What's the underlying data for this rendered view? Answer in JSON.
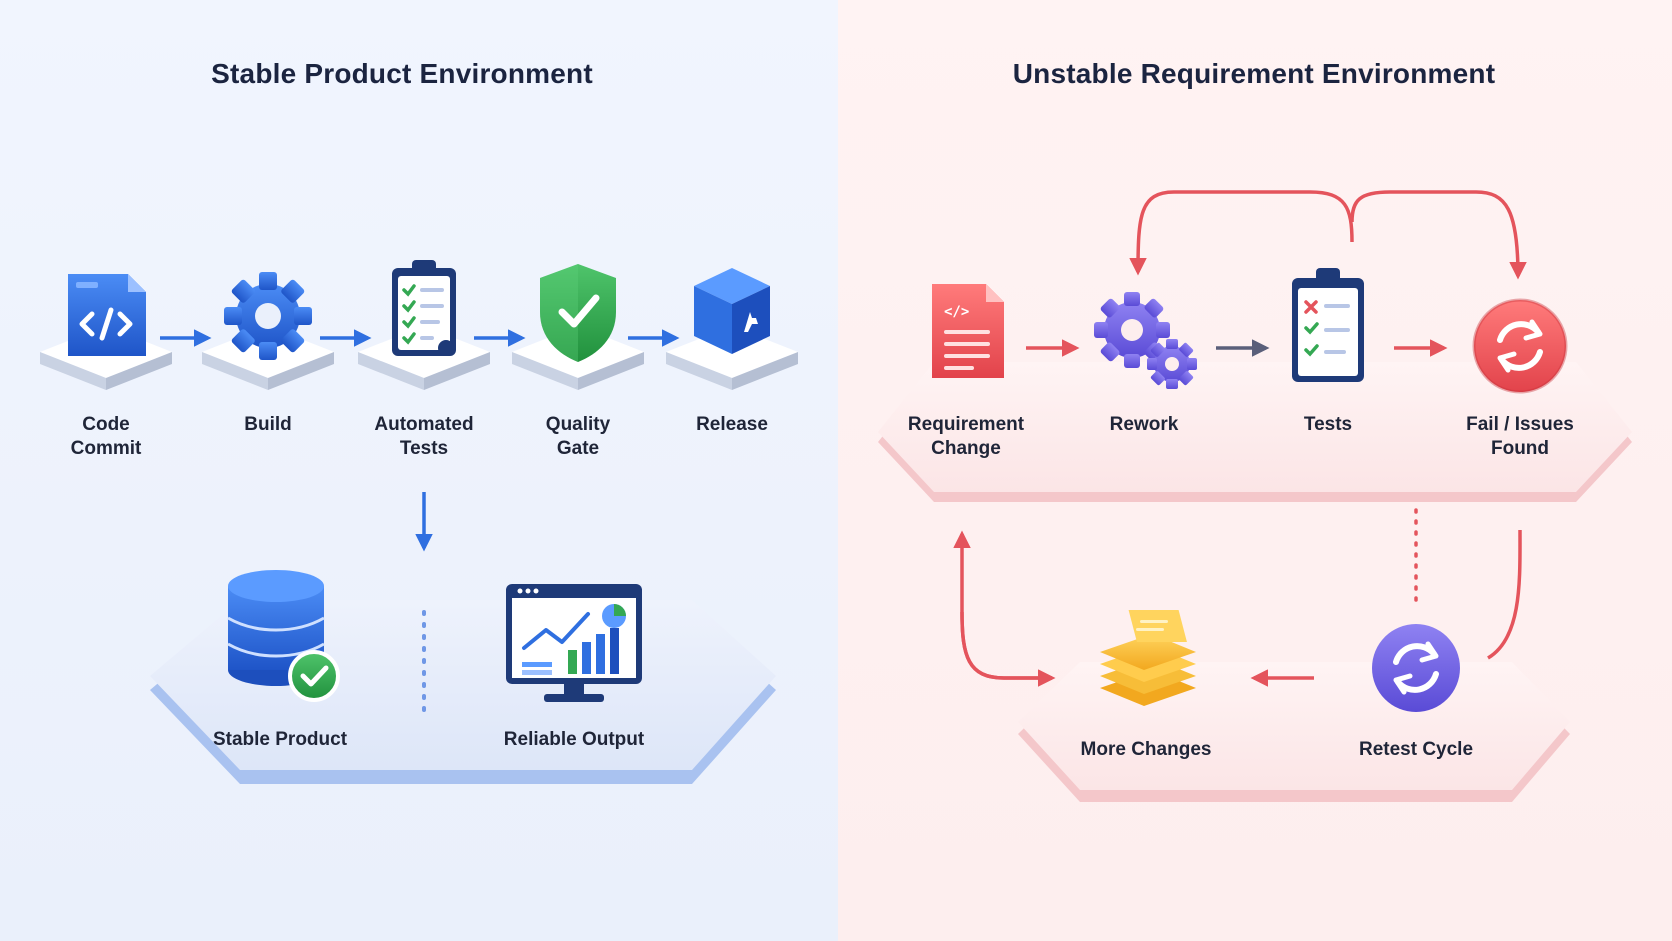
{
  "left_panel": {
    "title": "Stable Product Environment",
    "steps": [
      {
        "label": "Code\nCommit",
        "icon": "code-file-icon"
      },
      {
        "label": "Build",
        "icon": "gear-icon"
      },
      {
        "label": "Automated\nTests",
        "icon": "checklist-clipboard-icon"
      },
      {
        "label": "Quality\nGate",
        "icon": "shield-check-icon"
      },
      {
        "label": "Release",
        "icon": "release-cube-icon"
      }
    ],
    "outputs": [
      {
        "label": "Stable Product",
        "icon": "database-check-icon"
      },
      {
        "label": "Reliable Output",
        "icon": "monitor-chart-icon"
      }
    ]
  },
  "right_panel": {
    "title": "Unstable Requirement Environment",
    "steps": [
      {
        "label": "Requirement\nChange",
        "icon": "document-code-icon"
      },
      {
        "label": "Rework",
        "icon": "gears-icon"
      },
      {
        "label": "Tests",
        "icon": "clipboard-fail-icon"
      },
      {
        "label": "Fail / Issues\nFound",
        "icon": "refresh-red-icon"
      }
    ],
    "cycle": [
      {
        "label": "More Changes",
        "icon": "stack-papers-icon"
      },
      {
        "label": "Retest Cycle",
        "icon": "refresh-purple-icon"
      }
    ]
  },
  "colors": {
    "blue": "#2f6fe0",
    "red": "#e4545c",
    "purple": "#6d5fe0",
    "green": "#34a853"
  }
}
